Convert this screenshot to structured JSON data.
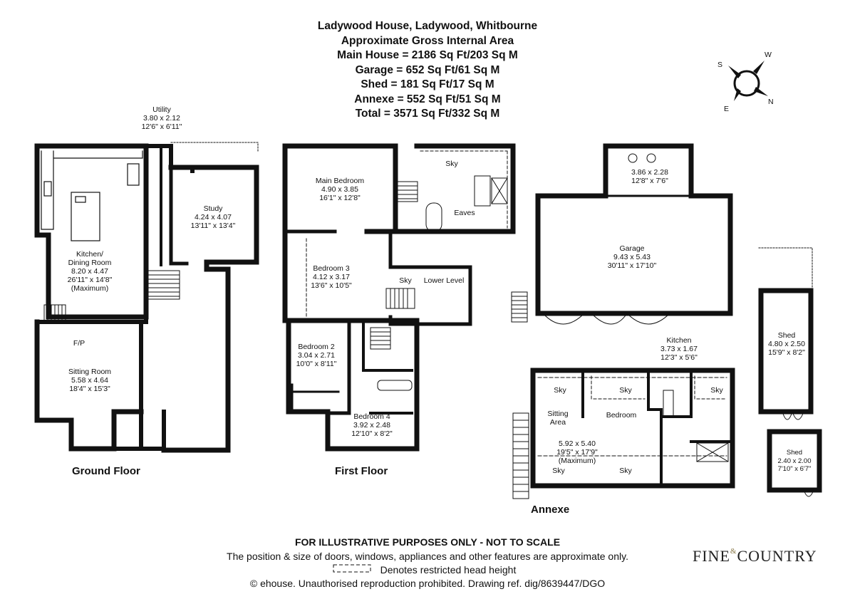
{
  "header": {
    "line1": "Ladywood House, Ladywood, Whitbourne",
    "line2": "Approximate Gross Internal Area",
    "line3": "Main House = 2186 Sq Ft/203 Sq M",
    "line4": "Garage = 652 Sq Ft/61 Sq M",
    "line5": "Shed = 181 Sq Ft/17 Sq M",
    "line6": "Annexe = 552 Sq Ft/51 Sq M",
    "line7": "Total = 3571 Sq Ft/332 Sq M"
  },
  "compass": {
    "s": "S",
    "w": "W",
    "e": "E",
    "n": "N"
  },
  "floors": {
    "ground": "Ground Floor",
    "first": "First Floor",
    "annexe": "Annexe"
  },
  "rooms": {
    "utility": [
      "Utility",
      "3.80 x 2.12",
      "12'6\" x 6'11\""
    ],
    "study": [
      "Study",
      "4.24 x 4.07",
      "13'11\" x 13'4\""
    ],
    "kitchen_dining": [
      "Kitchen/",
      "Dining Room",
      "8.20 x 4.47",
      "26'11\" x 14'8\"",
      "(Maximum)"
    ],
    "fp": "F/P",
    "sitting_room": [
      "Sitting Room",
      "5.58 x 4.64",
      "18'4\" x 15'3\""
    ],
    "main_bedroom": [
      "Main Bedroom",
      "4.90 x 3.85",
      "16'1\" x 12'8\""
    ],
    "sky": "Sky",
    "eaves": "Eaves",
    "bedroom3": [
      "Bedroom 3",
      "4.12 x 3.17",
      "13'6\" x 10'5\""
    ],
    "lower_level": "Lower Level",
    "bedroom2": [
      "Bedroom 2",
      "3.04 x 2.71",
      "10'0\" x 8'11\""
    ],
    "bedroom4": [
      "Bedroom 4",
      "3.92 x 2.48",
      "12'10\" x 8'2\""
    ],
    "garage_store": [
      "3.86 x 2.28",
      "12'8\" x 7'6\""
    ],
    "garage": [
      "Garage",
      "9.43 x 5.43",
      "30'11\" x 17'10\""
    ],
    "shed_large": [
      "Shed",
      "4.80 x 2.50",
      "15'9\" x 8'2\""
    ],
    "shed_small": [
      "Shed",
      "2.40 x 2.00",
      "7'10\" x 6'7\""
    ],
    "annexe_kitchen": [
      "Kitchen",
      "3.73 x 1.67",
      "12'3\" x 5'6\""
    ],
    "annexe_sitting": [
      "Sitting",
      "Area"
    ],
    "annexe_bedroom": "Bedroom",
    "annexe_main": [
      "5.92 x 5.40",
      "19'5\" x 17'9\"",
      "(Maximum)"
    ]
  },
  "footer": {
    "line1": "FOR ILLUSTRATIVE PURPOSES ONLY - NOT TO SCALE",
    "line2": "The position & size of doors, windows, appliances and other features are approximate only.",
    "line3": "Denotes restricted head height",
    "line4": "© ehouse. Unauthorised reproduction prohibited. Drawing ref. dig/8639447/DGO"
  },
  "brand": {
    "left": "FINE",
    "amp": "&",
    "right": "COUNTRY"
  }
}
